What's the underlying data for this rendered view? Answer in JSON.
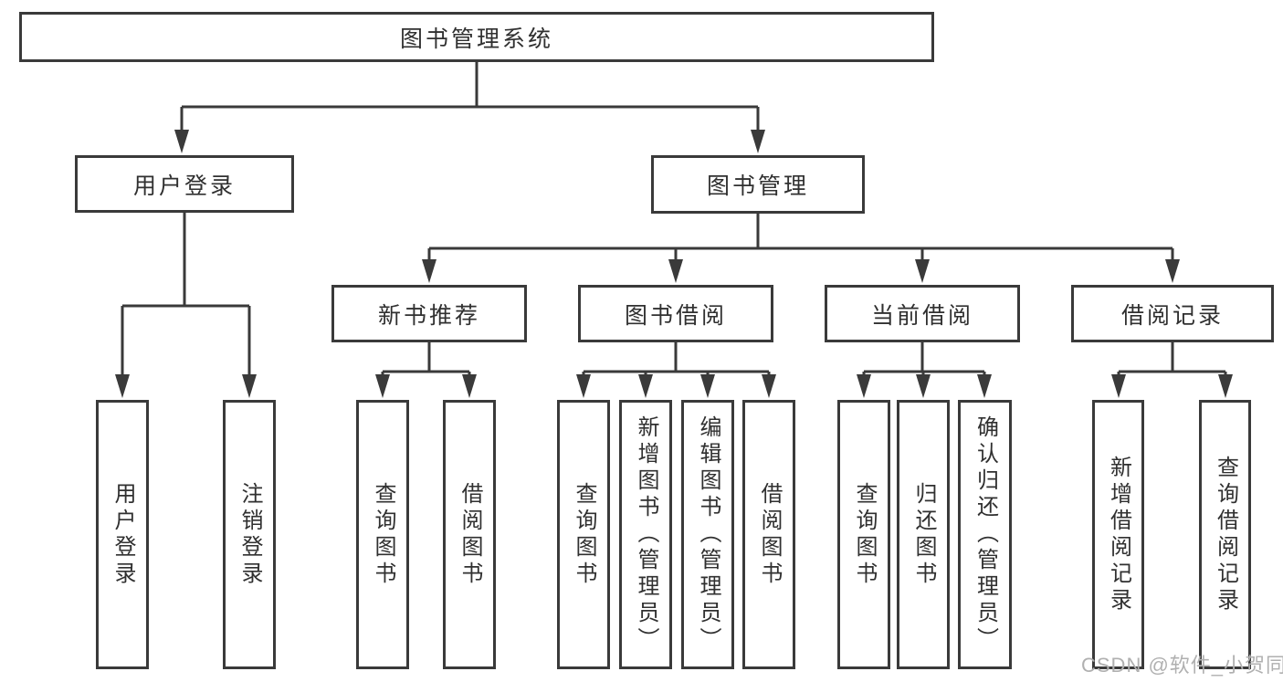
{
  "nodes": {
    "root": "图书管理系统",
    "user_login": "用户登录",
    "book_mgmt": "图书管理",
    "new_book_rec": "新书推荐",
    "book_borrow": "图书借阅",
    "current_borrow": "当前借阅",
    "borrow_record": "借阅记录",
    "ul_user_login": "用户登录",
    "ul_logout": "注销登录",
    "nr_query_book": "查询图书",
    "nr_borrow_book": "借阅图书",
    "bb_query_book": "查询图书",
    "bb_add_book": "新增图书（管理员）",
    "bb_edit_book": "编辑图书（管理员）",
    "bb_borrow_book": "借阅图书",
    "cb_query_book": "查询图书",
    "cb_return_book": "归还图书",
    "cb_confirm_return": "确认归还（管理员）",
    "br_add_record": "新增借阅记录",
    "br_query_record": "查询借阅记录"
  },
  "watermark": "CSDN @软件_小贺同学",
  "colors": {
    "line": "#3a3a3a",
    "text": "#303030",
    "watermark": "#b0b0b0",
    "background": "#ffffff"
  }
}
